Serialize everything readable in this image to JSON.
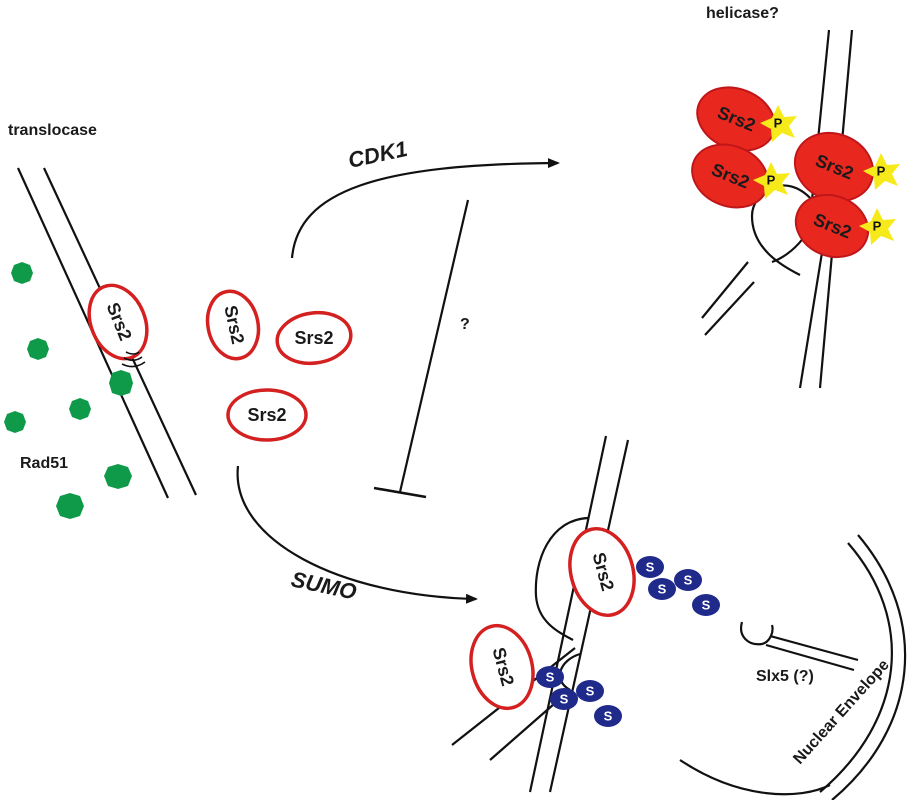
{
  "labels": {
    "translocase": "translocase",
    "helicase": "helicase?",
    "cdk1": "CDK1",
    "sumo": "SUMO",
    "question": "?",
    "rad51": "Rad51",
    "slx5": "Slx5 (?)",
    "nuclear_envelope": "Nuclear Envelope"
  },
  "protein": {
    "srs2": "Srs2",
    "sumo_symbol": "S",
    "phospho_symbol": "P"
  },
  "colors": {
    "srs2_outline": "#d42020",
    "srs2_fill_phospho": "#e8281e",
    "rad51_green": "#0f9a4a",
    "sumo_blue": "#1f2a8a",
    "phospho_yellow": "#f7ea1a",
    "dna_black": "#111111"
  }
}
